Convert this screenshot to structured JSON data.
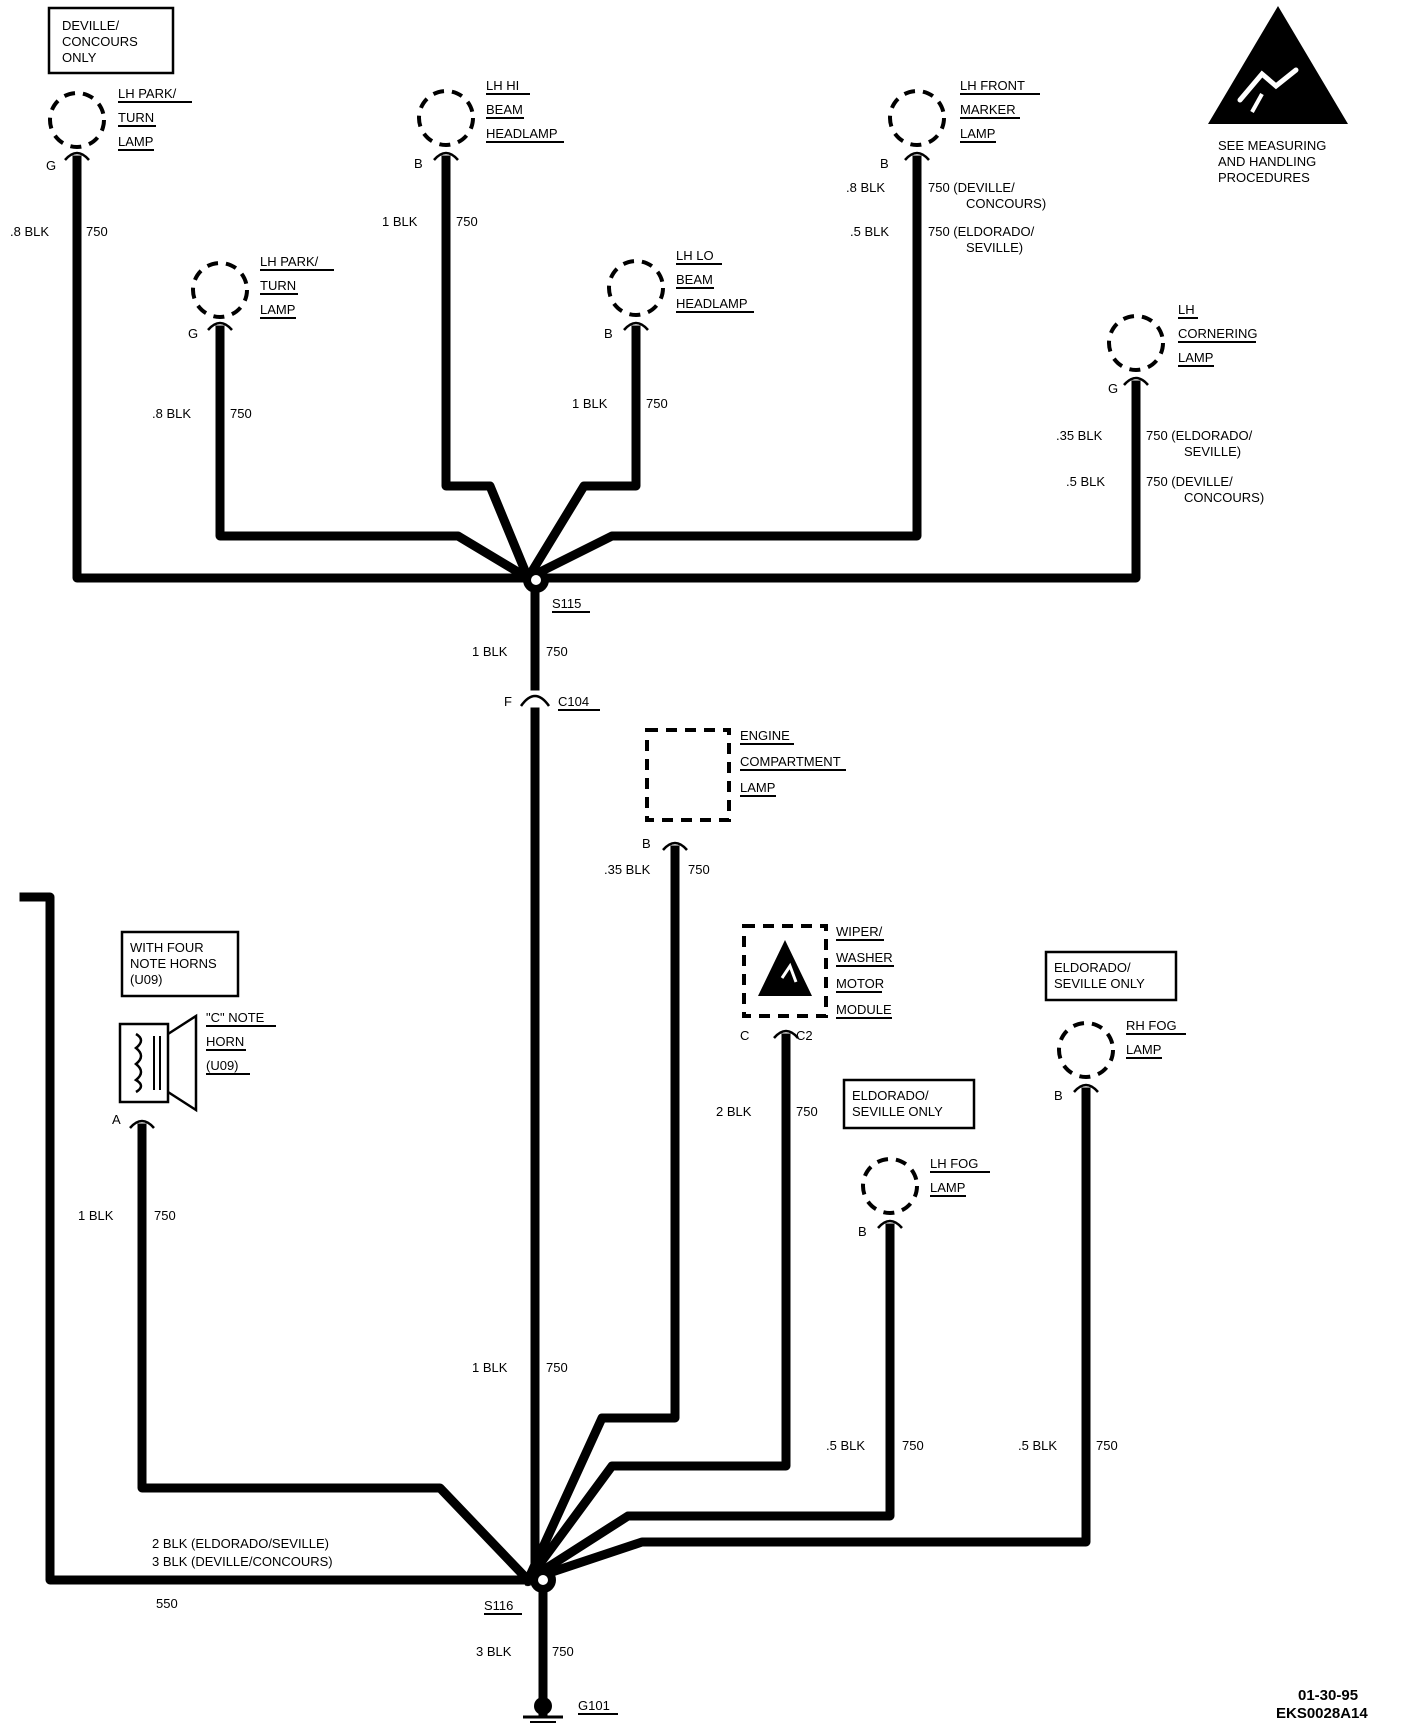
{
  "safety_notice": [
    "SEE MEASURING",
    "AND HANDLING",
    "PROCEDURES"
  ],
  "option_boxes": {
    "deville_concours_only": [
      "DEVILLE/",
      "CONCOURS",
      "ONLY"
    ],
    "four_note_horns": [
      "WITH FOUR",
      "NOTE HORNS",
      "(U09)"
    ],
    "eldorado_seville_only_rh": [
      "ELDORADO/",
      "SEVILLE ONLY"
    ],
    "eldorado_seville_only_lh": [
      "ELDORADO/",
      "SEVILLE ONLY"
    ]
  },
  "components": {
    "lh_park_turn_lamp_1": {
      "name": [
        "LH PARK/",
        "TURN",
        "LAMP"
      ],
      "pin": "G"
    },
    "lh_park_turn_lamp_2": {
      "name": [
        "LH PARK/",
        "TURN",
        "LAMP"
      ],
      "pin": "G"
    },
    "lh_hi_beam_headlamp": {
      "name": [
        "LH HI",
        "BEAM",
        "HEADLAMP"
      ],
      "pin": "B"
    },
    "lh_lo_beam_headlamp": {
      "name": [
        "LH LO",
        "BEAM",
        "HEADLAMP"
      ],
      "pin": "B"
    },
    "lh_front_marker_lamp": {
      "name": [
        "LH FRONT",
        "MARKER",
        "LAMP"
      ],
      "pin": "B"
    },
    "lh_cornering_lamp": {
      "name": [
        "LH",
        "CORNERING",
        "LAMP"
      ],
      "pin": "G"
    },
    "engine_compartment_lamp": {
      "name": [
        "ENGINE",
        "COMPARTMENT",
        "LAMP"
      ],
      "pin": "B"
    },
    "wiper_washer_motor_module": {
      "name": [
        "WIPER/",
        "WASHER",
        "MOTOR",
        "MODULE"
      ],
      "pin": "C",
      "connector": "C2"
    },
    "c_note_horn": {
      "name": [
        "\"C\" NOTE",
        "HORN",
        "(U09)"
      ],
      "pin": "A"
    },
    "lh_fog_lamp": {
      "name": [
        "LH FOG",
        "LAMP"
      ],
      "pin": "B"
    },
    "rh_fog_lamp": {
      "name": [
        "RH FOG",
        "LAMP"
      ],
      "pin": "B"
    }
  },
  "splices": {
    "s115": "S115",
    "s116": "S116"
  },
  "connector": {
    "id": "C104",
    "pin": "F"
  },
  "ground": "G101",
  "wires": {
    "park1": {
      "size": ".8 BLK",
      "circuit": "750"
    },
    "park2": {
      "size": ".8 BLK",
      "circuit": "750"
    },
    "hi_beam": {
      "size": "1 BLK",
      "circuit": "750"
    },
    "lo_beam": {
      "size": "1 BLK",
      "circuit": "750"
    },
    "marker_a": {
      "size": ".8 BLK",
      "circuit": "750 (DEVILLE/",
      "circuit2": "CONCOURS)"
    },
    "marker_b": {
      "size": ".5 BLK",
      "circuit": "750 (ELDORADO/",
      "circuit2": "SEVILLE)"
    },
    "corner_a": {
      "size": ".35 BLK",
      "circuit": "750 (ELDORADO/",
      "circuit2": "SEVILLE)"
    },
    "corner_b": {
      "size": ".5 BLK",
      "circuit": "750 (DEVILLE/",
      "circuit2": "CONCOURS)"
    },
    "s115_c104": {
      "size": "1 BLK",
      "circuit": "750"
    },
    "engine_lamp": {
      "size": ".35 BLK",
      "circuit": "750"
    },
    "wiper": {
      "size": "2 BLK",
      "circuit": "750"
    },
    "horn": {
      "size": "1 BLK",
      "circuit": "750"
    },
    "trunk": {
      "size": "1 BLK",
      "circuit": "750"
    },
    "lh_fog": {
      "size": ".5 BLK",
      "circuit": "750"
    },
    "rh_fog": {
      "size": ".5 BLK",
      "circuit": "750"
    },
    "left_feed_a": "2 BLK (ELDORADO/SEVILLE)",
    "left_feed_b": "3 BLK (DEVILLE/CONCOURS)",
    "left_feed_circuit": "550",
    "ground_wire": {
      "size": "3 BLK",
      "circuit": "750"
    }
  },
  "footer": {
    "date": "01-30-95",
    "code": "EKS0028A14"
  }
}
